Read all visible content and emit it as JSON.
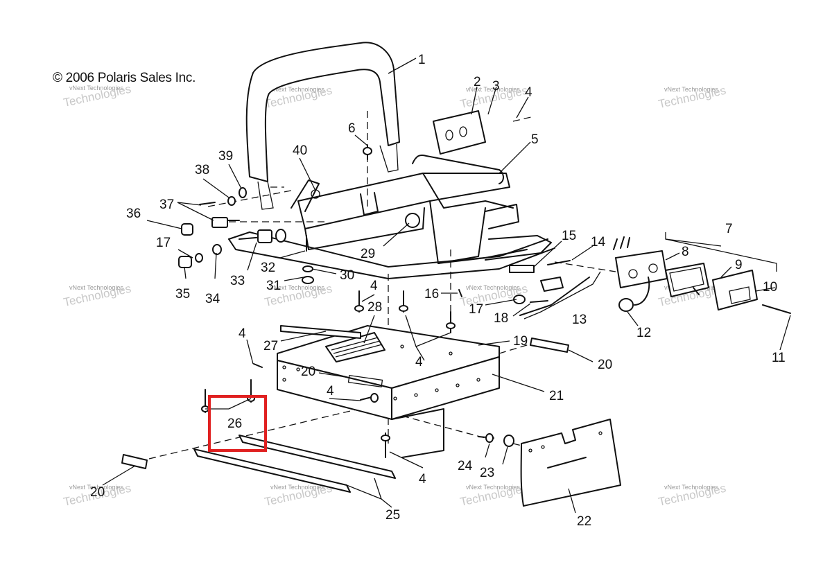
{
  "copyright": "© 2006 Polaris Sales Inc.",
  "watermark": {
    "line1": "vNext Technologies",
    "line2": "Technologies"
  },
  "highlight": {
    "color": "#e02020",
    "callout": "26"
  },
  "callouts": {
    "c1": "1",
    "c2": "2",
    "c3": "3",
    "c4a": "4",
    "c5": "5",
    "c6": "6",
    "c7": "7",
    "c8": "8",
    "c9": "9",
    "c10": "10",
    "c11": "11",
    "c12": "12",
    "c13": "13",
    "c14": "14",
    "c15": "15",
    "c16": "16",
    "c17a": "17",
    "c17b": "17",
    "c18": "18",
    "c19": "19",
    "c20a": "20",
    "c20b": "20",
    "c20c": "20",
    "c21": "21",
    "c22": "22",
    "c23": "23",
    "c24": "24",
    "c25": "25",
    "c26": "26",
    "c27": "27",
    "c28": "28",
    "c29": "29",
    "c30": "30",
    "c31": "31",
    "c32": "32",
    "c33": "33",
    "c34": "34",
    "c35": "35",
    "c36": "36",
    "c37": "37",
    "c38": "38",
    "c39": "39",
    "c40": "40",
    "c4b": "4",
    "c4c": "4",
    "c4d": "4",
    "c4e": "4",
    "c4f": "4"
  }
}
